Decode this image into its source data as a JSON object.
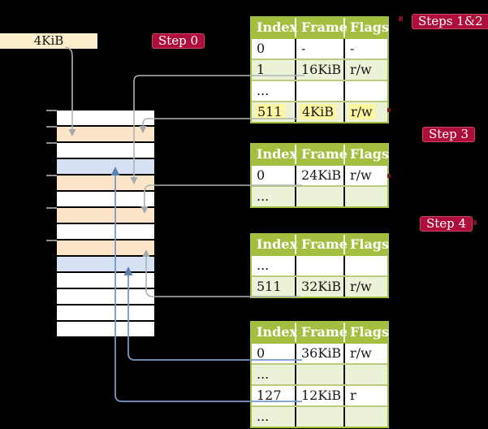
{
  "cr3_box": {
    "label": "4KiB"
  },
  "badges": [
    {
      "id": "step0",
      "label": "Step 0"
    },
    {
      "id": "steps12",
      "label": "Steps 1&2"
    },
    {
      "id": "step3",
      "label": "Step 3"
    },
    {
      "id": "step4",
      "label": "Step 4"
    }
  ],
  "tables": [
    {
      "name": "page-table-steps-1-2",
      "header": [
        "Index",
        "Frame",
        "Flags"
      ],
      "rows": [
        {
          "cells": [
            "0",
            "-",
            "-"
          ],
          "shaded": false,
          "highlight": false
        },
        {
          "cells": [
            "1",
            "16KiB",
            "r/w"
          ],
          "shaded": true,
          "highlight": false
        },
        {
          "cells": [
            "...",
            "",
            ""
          ],
          "shaded": false,
          "highlight": false
        },
        {
          "cells": [
            "511",
            "4KiB",
            "r/w"
          ],
          "shaded": true,
          "highlight": true
        }
      ]
    },
    {
      "name": "page-table-step-3",
      "header": [
        "Index",
        "Frame",
        "Flags"
      ],
      "rows": [
        {
          "cells": [
            "0",
            "24KiB",
            "r/w"
          ],
          "shaded": false,
          "highlight": false
        },
        {
          "cells": [
            "...",
            "",
            ""
          ],
          "shaded": true,
          "highlight": false
        }
      ]
    },
    {
      "name": "page-table-step-4",
      "header": [
        "Index",
        "Frame",
        "Flags"
      ],
      "rows": [
        {
          "cells": [
            "...",
            "",
            ""
          ],
          "shaded": false,
          "highlight": false
        },
        {
          "cells": [
            "511",
            "32KiB",
            "r/w"
          ],
          "shaded": true,
          "highlight": false
        }
      ]
    },
    {
      "name": "page-table-final",
      "header": [
        "Index",
        "Frame",
        "Flags"
      ],
      "rows": [
        {
          "cells": [
            "0",
            "36KiB",
            "r/w"
          ],
          "shaded": false,
          "highlight": false
        },
        {
          "cells": [
            "...",
            "",
            ""
          ],
          "shaded": true,
          "highlight": false
        },
        {
          "cells": [
            "127",
            "12KiB",
            "r"
          ],
          "shaded": false,
          "highlight": false
        },
        {
          "cells": [
            "...",
            "",
            ""
          ],
          "shaded": true,
          "highlight": false
        }
      ]
    }
  ],
  "memory_column": {
    "rows": [
      "free",
      "table",
      "free",
      "page",
      "table",
      "free",
      "table",
      "free",
      "table",
      "page",
      "free",
      "free",
      "free",
      "free"
    ]
  },
  "palette": {
    "badge_bg": "#ae0e3c",
    "badge_text": "#ffffff",
    "badge_edge": "#cc4663",
    "cream_bg": "#fbeecb",
    "header_bg": "#a4bf3f",
    "table_border": "#a4bf3f",
    "row_divider": "#b9cb7e",
    "row_alt": "#ecf2d8",
    "frame_free": "#ffffff",
    "frame_table": "#fce4c9",
    "frame_page": "#d6e2f3",
    "highlight": "#fdf6a0",
    "conn_grey": "#aeb4b6",
    "arrow_grey": "#a3a9ad",
    "conn_blue": "#7b97c6",
    "arrow_blue": "#5e80b2",
    "tick_grey": "#8a8f93",
    "remnant": "#7d1126"
  }
}
